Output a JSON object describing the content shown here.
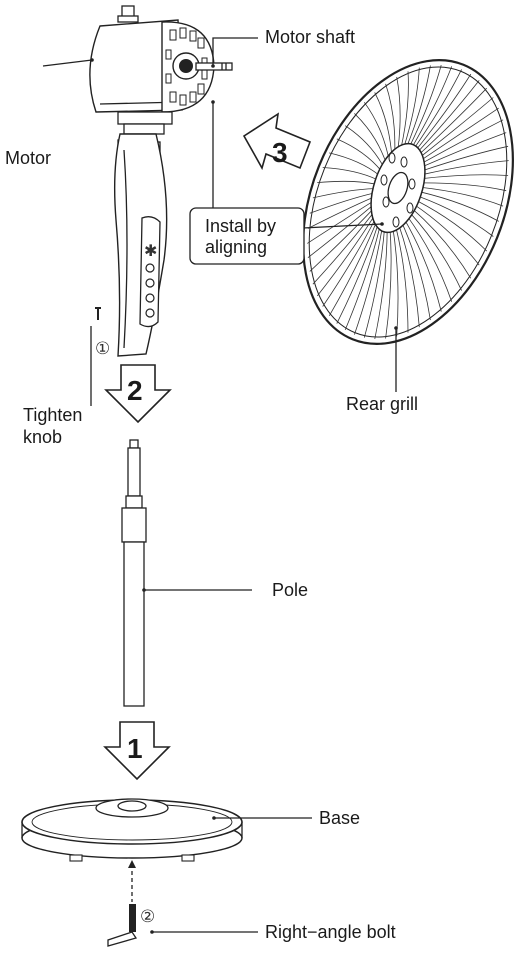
{
  "labels": {
    "motor_shaft": "Motor shaft",
    "motor": "Motor",
    "install_line1": "Install by",
    "install_line2": "aligning",
    "tighten_line1": "Tighten",
    "tighten_line2": "knob",
    "rear_grill": "Rear grill",
    "pole": "Pole",
    "base": "Base",
    "bolt": "Right−angle bolt"
  },
  "steps": {
    "one": "1",
    "two": "2",
    "three": "3",
    "circled_one": "①",
    "circled_two": "②"
  },
  "colors": {
    "line": "#222222",
    "fill": "#ffffff",
    "shade": "#e6e6e6"
  }
}
